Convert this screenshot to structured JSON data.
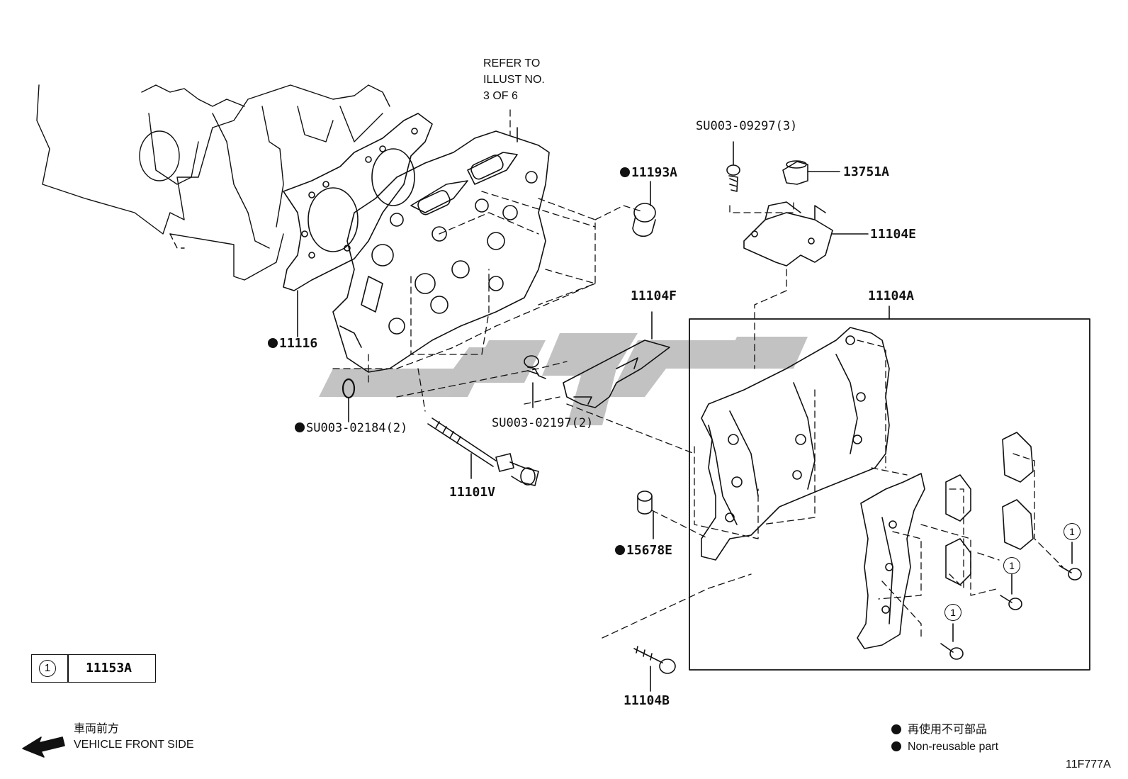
{
  "diagram": {
    "refer_note": [
      "REFER TO",
      "ILLUST NO.",
      "3 OF 6"
    ],
    "callouts": {
      "p11116": "11116",
      "p11193a": "11193A",
      "psu02184": "SU003-02184(2)",
      "psu02197": "SU003-02197(2)",
      "p11101v": "11101V",
      "p11104f": "11104F",
      "psu09297": "SU003-09297(3)",
      "p13751a": "13751A",
      "p11104e": "11104E",
      "p11104a": "11104A",
      "p15678e": "15678E",
      "p11104b": "11104B"
    },
    "sub_marker": "1",
    "legend": {
      "marker": "1",
      "code": "11153A"
    },
    "front": {
      "jp": "車両前方",
      "en": "VEHICLE FRONT SIDE"
    },
    "non_reusable": {
      "jp": "再使用不可部品",
      "en": "Non-reusable part"
    },
    "illustration_id": "11F777A"
  }
}
